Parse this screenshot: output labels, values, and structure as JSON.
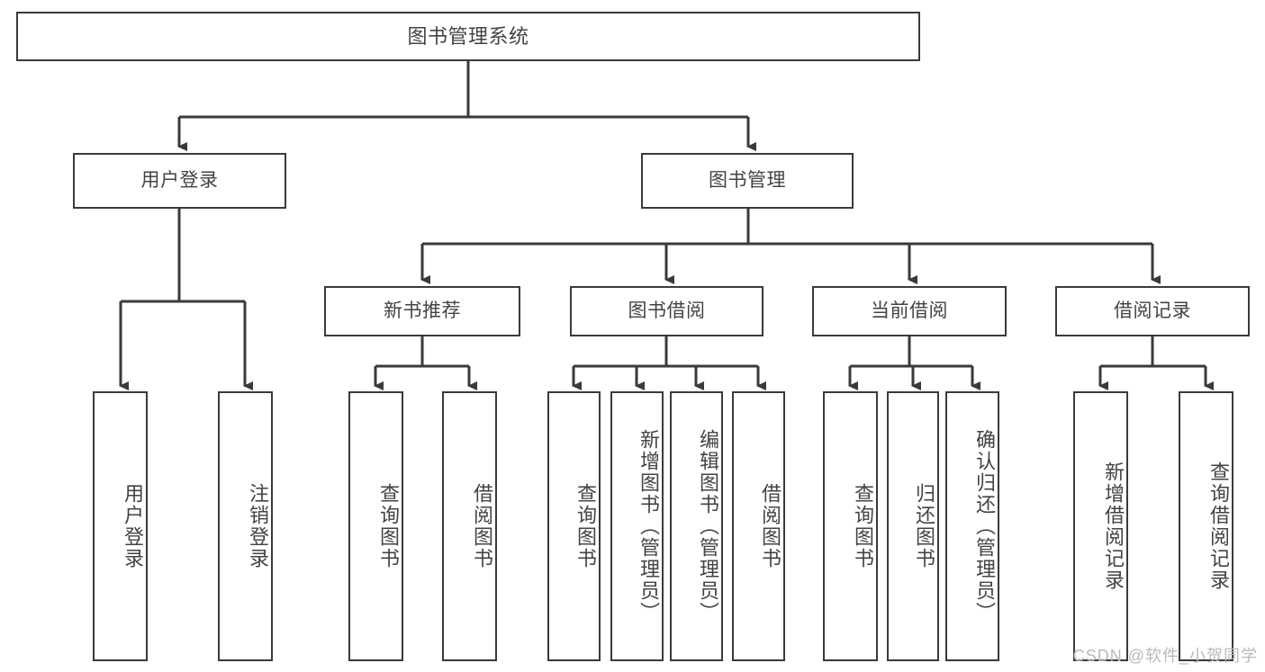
{
  "diagram": {
    "type": "tree-hierarchy",
    "root": {
      "label": "图书管理系统"
    },
    "level2": [
      {
        "label": "用户登录"
      },
      {
        "label": "图书管理"
      }
    ],
    "level3": [
      {
        "label": "新书推荐"
      },
      {
        "label": "图书借阅"
      },
      {
        "label": "当前借阅"
      },
      {
        "label": "借阅记录"
      }
    ],
    "leaves": {
      "user_login": [
        {
          "label": "用户登录"
        },
        {
          "label": "注销登录"
        }
      ],
      "new_book_recommend": [
        {
          "label": "查询图书"
        },
        {
          "label": "借阅图书"
        }
      ],
      "book_borrow": [
        {
          "label": "查询图书"
        },
        {
          "label": "新增图书（管理员）"
        },
        {
          "label": "编辑图书（管理员）"
        },
        {
          "label": "借阅图书"
        }
      ],
      "current_borrow": [
        {
          "label": "查询图书"
        },
        {
          "label": "归还图书"
        },
        {
          "label": "确认归还（管理员）"
        }
      ],
      "borrow_record": [
        {
          "label": "新增借阅记录"
        },
        {
          "label": "查询借阅记录"
        }
      ]
    }
  },
  "watermark": {
    "text": "CSDN @软件_小贺同学"
  },
  "colors": {
    "stroke": "#3a3a3a",
    "text": "#434343",
    "background": "#ffffff",
    "watermark": "#b9b9b9"
  }
}
